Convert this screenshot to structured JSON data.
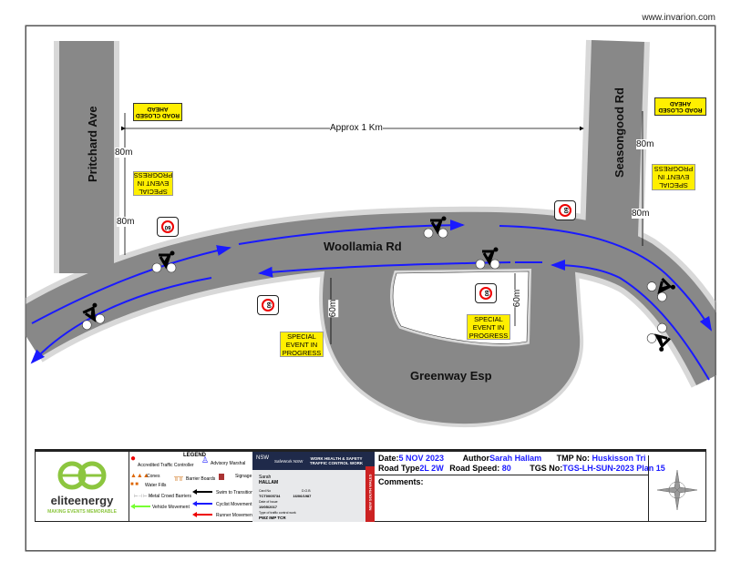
{
  "site": "www.invarion.com",
  "roads": {
    "pritchard": "Pritchard Ave",
    "seasongood": "Seasongood Rd",
    "woollamia": "Woollamia Rd",
    "greenway": "Greenway Esp"
  },
  "signs": {
    "road_closed": "ROAD CLOSED AHEAD",
    "special_event": "SPECIAL EVENT IN PROGRESS",
    "speed": "60"
  },
  "dimensions": {
    "approx": "Approx 1 Km",
    "d80": "80m",
    "d60": "60m"
  },
  "colors": {
    "road": "#888888",
    "verge": "#d8d8d8",
    "cyclist_movement": "#1a1aff",
    "sign": "#ffef00",
    "speed_ring": "#ee0000",
    "logo_green": "#8cc63f"
  },
  "logo": {
    "name": "eliteenergy",
    "tagline": "MAKING EVENTS MEMORABLE"
  },
  "legend": {
    "title": "LEGEND",
    "items": [
      "Accredited Traffic Controller",
      "Advisory Marshal",
      "Cones",
      "Barrier Boards",
      "Signage",
      "Water Fills",
      "Metal Crowd Barriers",
      "Swim to Transition",
      "Cyclist Movement",
      "Vehicle Movement",
      "Runner Movement"
    ]
  },
  "card": {
    "agency": "SafeWork NSW",
    "title": "WORK HEALTH & SAFETY TRAFFIC CONTROL WORK",
    "state": "NEW SOUTH WALES",
    "first_name": "Sarah",
    "last_name": "HALLAM",
    "card_no_label": "Card No",
    "card_no": "TCT0005734",
    "dob_label": "D.O.B",
    "dob": "16/06/1987",
    "issue_label": "Date of Issue",
    "issue": "19/05/2017",
    "type_label": "Type of traffic control work",
    "type": "PWZ IMP TCR"
  },
  "info": {
    "date_label": "Date:",
    "date": "5 NOV 2023",
    "author_label": "Author",
    "author": "Sarah Hallam",
    "tmp_label": "TMP No:",
    "tmp": "Huskisson Tri",
    "road_type_label": "Road Type",
    "road_type": "2L 2W",
    "speed_label": "Road Speed:",
    "speed": "80",
    "tgs_label": "TGS No:",
    "tgs": "TGS-LH-SUN-2023 Plan 15",
    "comments_label": "Comments:"
  }
}
